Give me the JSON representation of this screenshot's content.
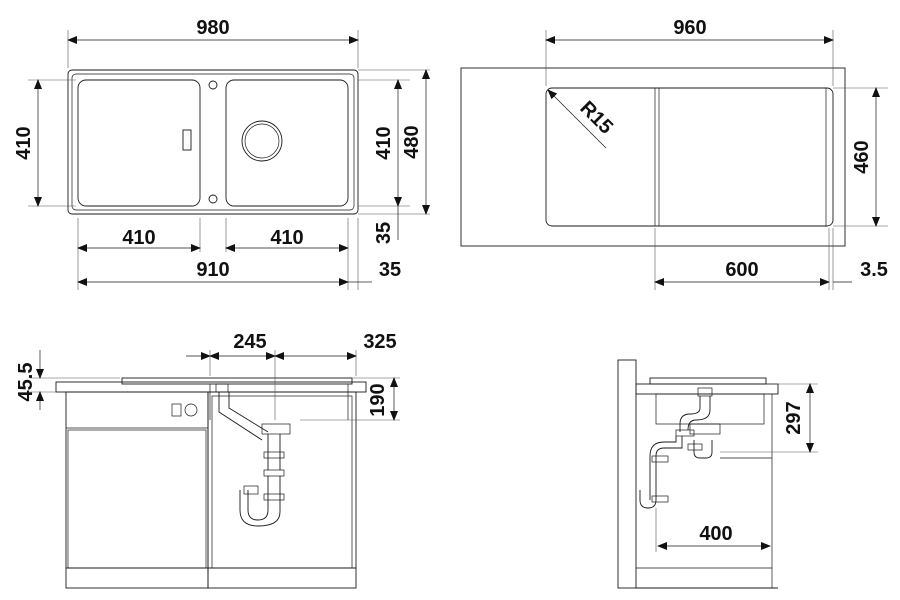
{
  "top_left_view": {
    "overall_width": "980",
    "inner_width_total": "910",
    "left_bowl_width": "410",
    "right_bowl_width": "410",
    "bowl_depth_left": "410",
    "bowl_depth_right": "410",
    "overall_depth": "480",
    "rim_offset_side": "35",
    "rim_offset_bottom": "35"
  },
  "top_right_view": {
    "overall_width": "960",
    "overall_depth": "460",
    "corner_radius": "R15",
    "bowl_width": "600",
    "edge_offset": "3.5"
  },
  "bottom_left_view": {
    "height_top": "45.5",
    "offset_drain": "245",
    "offset_edge": "325",
    "bowl_height": "190"
  },
  "bottom_right_view": {
    "depth": "297",
    "wall_distance": "400"
  }
}
